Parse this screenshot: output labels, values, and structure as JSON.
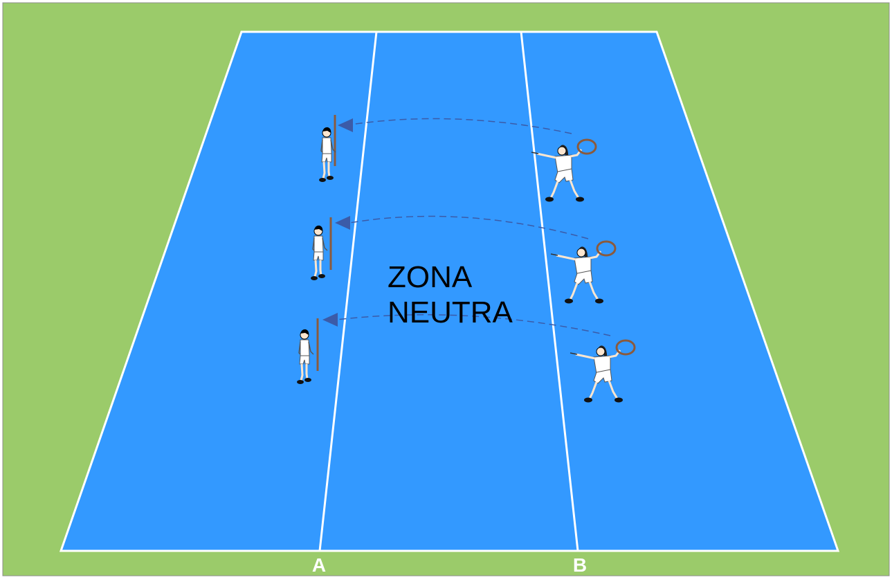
{
  "diagram": {
    "zone_label_line1": "ZONA",
    "zone_label_line2": "NEUTRA",
    "line_a_label": "A",
    "line_b_label": "B"
  },
  "colors": {
    "grass": "#9BCB6A",
    "court": "#3399FF",
    "court_lines": "#FFFFFF",
    "zone_text": "#000000",
    "arrow": "#3B5BA8",
    "hoop": "#8B5A3C",
    "flag_pole": "#8B5A3C",
    "player_clothes": "#FFFFFF"
  },
  "players": {
    "receivers_with_flag": 3,
    "throwers_with_hoop": 3
  }
}
